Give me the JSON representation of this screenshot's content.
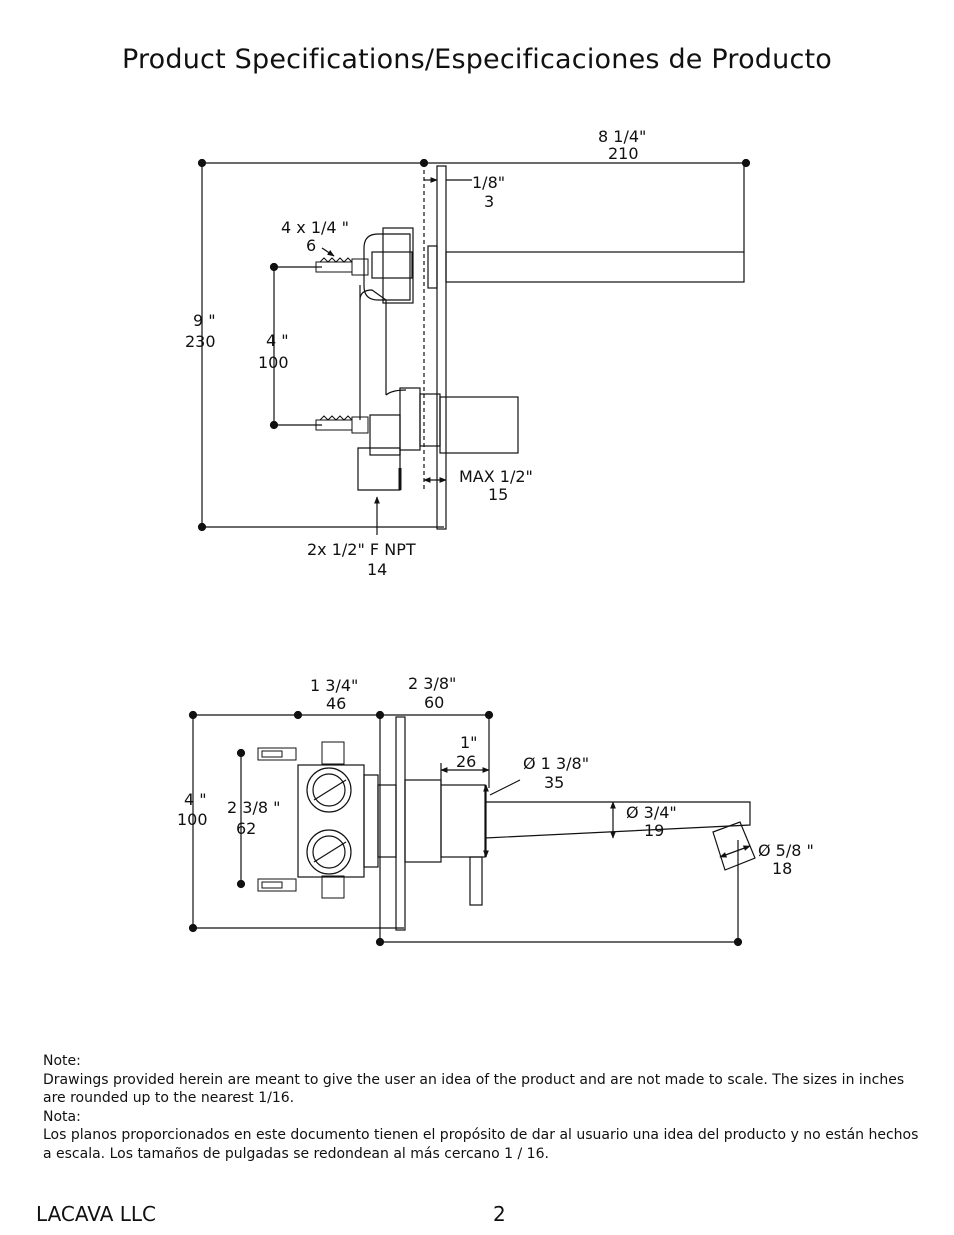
{
  "title": "Product Specifications/Especificaciones de Producto",
  "top_view": {
    "width_in": "8 1/4\"",
    "width_mm": "210",
    "plate_in": "1/8\"",
    "plate_mm": "3",
    "anchors_in": "4 x 1/4 \"",
    "anchors_mm": "6",
    "height_in": "9 \"",
    "height_mm": "230",
    "spacing_in": "4 \"",
    "spacing_mm": "100",
    "max_in": "MAX 1/2\"",
    "max_mm": "15",
    "inlet_in": "2x 1/2\"  F NPT",
    "inlet_mm": "14"
  },
  "side_view": {
    "depth_a_in": "1 3/4\"",
    "depth_a_mm": "46",
    "depth_b_in": "2 3/8\"",
    "depth_b_mm": "60",
    "handle_in": "1\"",
    "handle_mm": "26",
    "handle_dia_in": "Ø 1 3/8\"",
    "handle_dia_mm": "35",
    "spout_dia_in": "Ø  3/4\"",
    "spout_dia_mm": "19",
    "aerator_dia_in": "Ø 5/8 \"",
    "aerator_dia_mm": "18",
    "height_in": "4 \"",
    "height_mm": "100",
    "spacing_in": "2 3/8 \"",
    "spacing_mm": "62"
  },
  "note": {
    "label_en": "Note:",
    "text_en": "Drawings provided herein are meant to give the user an idea of the product and are not made to scale. The sizes in inches are rounded up to the nearest 1/16.",
    "label_es": "Nota:",
    "text_es": "Los planos proporcionados en este documento tienen el propósito de dar al usuario una idea del producto y no están hechos a escala. Los tamaños de pulgadas se redondean al más cercano 1 / 16."
  },
  "footer": {
    "company": "LACAVA LLC",
    "page": "2"
  }
}
